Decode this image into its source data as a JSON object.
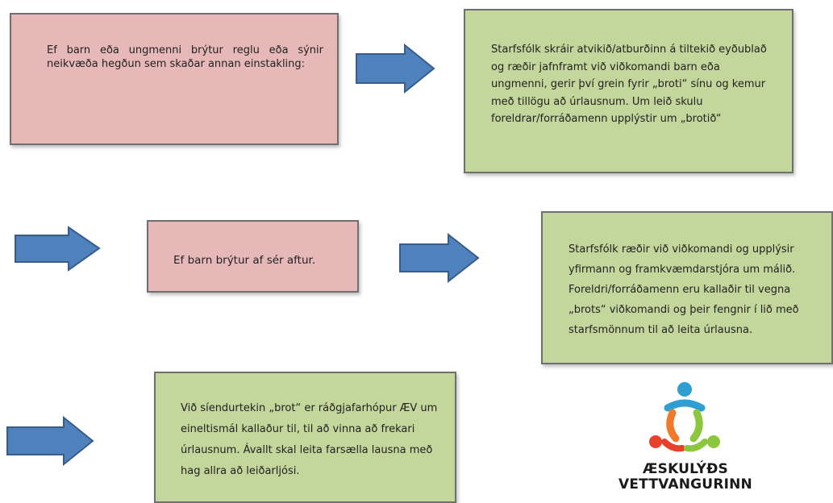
{
  "steps": {
    "s1": "Ef barn eða ungmenni brýtur reglu eða sýnir neikvæða hegðun sem skaðar annan einstakling:",
    "s2": "Starfsfólk skráir atvikið/atburðinn á tiltekið eyðublað og ræðir jafnframt við viðkomandi barn eða ungmenni, gerir því grein fyrir „broti“ sínu og kemur með tillögu að úrlausnum. Um leið skulu foreldrar/forráðamenn upplýstir um „brotið“",
    "s3": "Ef barn brýtur af sér aftur.",
    "s4": "Starfsfólk ræðir við viðkomandi og upplýsir yfirmann og framkvæmdarstjóra um málið. Foreldri/forráðamenn eru kallaðir til vegna „brots“ viðkomandi og þeir fengnir í lið með starfsmönnum til að leita úrlausna.",
    "s5": "Við síendurtekin „brot“ er ráðgjafarhópur ÆV um eineltismál kallaður til, til að vinna að frekari úrlausnum. Ávallt skal leita farsælla lausna með hag allra að leiðarljósi."
  },
  "logo": {
    "line1": "ÆSKULÝÐS",
    "line2": "VETTVANGURINN"
  },
  "colors": {
    "pink": "#e6b9b8",
    "green": "#c3d69b",
    "arrow": "#4f81bd",
    "arrow_border": "#385d8a",
    "logo_blue": "#2f9fd3",
    "logo_orange": "#ef7b2a",
    "logo_green": "#8dc63f",
    "logo_red": "#e8412c"
  },
  "icons": {
    "arrow": "right-arrow-icon",
    "logo": "aeskulyds-vettvangurinn-logo"
  }
}
